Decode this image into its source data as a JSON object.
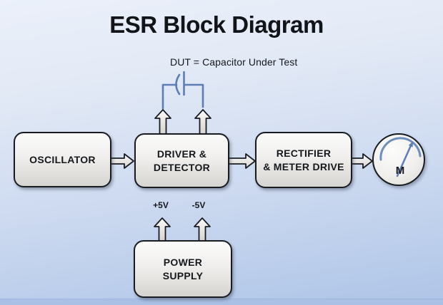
{
  "title": "ESR Block Diagram",
  "subtitle": "DUT = Capacitor Under Test",
  "blocks": {
    "oscillator": {
      "label": "OSCILLATOR"
    },
    "driver_detector": {
      "line1": "DRIVER &",
      "line2": "DETECTOR"
    },
    "rectifier_meter_drive": {
      "line1": "RECTIFIER",
      "line2": "& METER DRIVE"
    },
    "power_supply": {
      "line1": "POWER",
      "line2": "SUPPLY"
    }
  },
  "meter": {
    "label": "M"
  },
  "power_rails": {
    "positive_label": "+5V",
    "negative_label": "-5V"
  },
  "icons": {
    "capacitor": "capacitor-symbol-icon",
    "meter": "analog-meter-icon",
    "flow_arrows": "block-arrow-icon"
  },
  "colors": {
    "wire_blue": "#5b7eb4",
    "background_top": "#ebf0fa",
    "background_bottom": "#b0c5e7",
    "bottom_band": "#aac0e4",
    "block_fill_top": "#fbfbfa",
    "block_fill_bottom": "#d6d4d0",
    "block_border": "#181b20",
    "text": "#15181c"
  }
}
